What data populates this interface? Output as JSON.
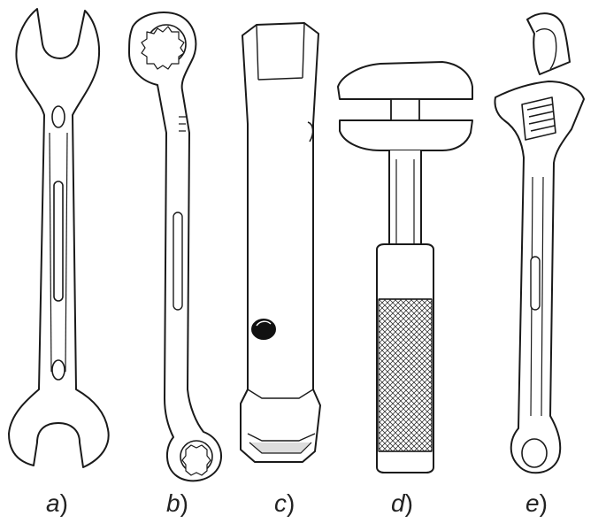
{
  "figure": {
    "tools": [
      {
        "id": "a",
        "label": "a",
        "icon": "double-open-end-wrench-icon"
      },
      {
        "id": "b",
        "label": "b",
        "icon": "offset-ring-wrench-icon"
      },
      {
        "id": "c",
        "label": "c",
        "icon": "tubular-box-wrench-icon"
      },
      {
        "id": "d",
        "label": "d",
        "icon": "monkey-wrench-icon"
      },
      {
        "id": "e",
        "label": "e",
        "icon": "adjustable-wrench-icon"
      }
    ],
    "label_suffix": ")",
    "colors": {
      "line": "#1a1a1a",
      "fill": "#ffffff",
      "dark": "#111111"
    }
  }
}
